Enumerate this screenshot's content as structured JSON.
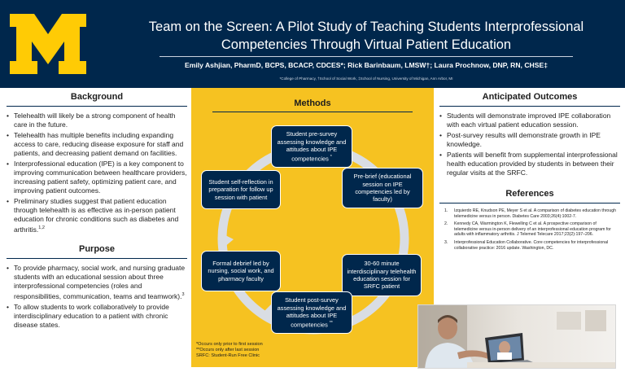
{
  "header": {
    "title_line1": "Team on the Screen: A Pilot Study of Teaching Students Interprofessional",
    "title_line2": "Competencies Through Virtual Patient Education",
    "authors": "Emily Ashjian, PharmD, BCPS, BCACP, CDCES*; Rick Barinbaum, LMSW†; Laura Prochnow, DNP, RN, CHSE‡",
    "affiliations": "*College of Pharmacy, †School of Social Work, ‡School of Nursing, University of Michigan, Ann Arbor, MI"
  },
  "colors": {
    "navy": "#00274c",
    "maize": "#f6c221"
  },
  "background": {
    "heading": "Background",
    "items": [
      "Telehealth will likely be a strong component of health care in the future.",
      "Telehealth has multiple benefits including expanding access to care, reducing disease exposure for staff and patients, and decreasing patient demand on facilities.",
      "Interprofessional education (IPE) is a key component to improving communication between healthcare providers, increasing patient safety, optimizing patient care, and improving patient outcomes.",
      "Preliminary studies suggest that patient education through telehealth is as effective as in-person patient education for chronic conditions such as diabetes and arthritis."
    ],
    "item4_sup": "1,2"
  },
  "purpose": {
    "heading": "Purpose",
    "items": [
      "To provide pharmacy, social work, and nursing graduate students with an educational session about three interprofessional competencies (roles and responsibilities, communication, teams and teamwork).",
      "To allow students to work collaboratively to provide interdisciplinary education to a patient with chronic disease states."
    ],
    "item1_sup": "3"
  },
  "methods": {
    "heading": "Methods",
    "steps": [
      {
        "text": "Student pre-survey assessing knowledge and attitudes about IPE competencies",
        "mark": "*"
      },
      {
        "text": "Pre-brief (educational session on IPE competencies led by faculty)",
        "mark": ""
      },
      {
        "text": "30-60 minute interdisciplinary telehealth education session for SRFC patient",
        "mark": ""
      },
      {
        "text": "Student post-survey assessing knowledge and attitudes about IPE competencies",
        "mark": "**"
      },
      {
        "text": "Formal debrief led by nursing, social work, and pharmacy faculty",
        "mark": ""
      },
      {
        "text": "Student self-reflection in preparation for follow up session with patient",
        "mark": ""
      }
    ],
    "notes": [
      "*Occurs only prior to first session",
      "**Occurs only after last session",
      "SRFC: Student-Run Free Clinic"
    ]
  },
  "outcomes": {
    "heading": "Anticipated Outcomes",
    "items": [
      "Students will demonstrate improved IPE collaboration with each virtual patient education session.",
      "Post-survey results will demonstrate growth in IPE knowledge.",
      "Patients will benefit from supplemental interprofessional health education provided by students in between their regular visits at the SRFC."
    ]
  },
  "references": {
    "heading": "References",
    "items": [
      "Izquierdo RE, Knudson PE, Meyer S et al. A comparison of diabetes education through telemedicine versus in person. Diabetes Care 2003;26(4):1002-7.",
      "Kennedy CA, Warmington K, Flewelling C et al. A prospective comparison of telemedicine versus in-person delivery of an interprofessional education program for adults with inflammatory arthritis. J Telemed Telecare 2017;23(2):197–206.",
      "Interprofessional Education Collaborative. Core competencies for interprofessional collaborative practice: 2016 update. Washington, DC."
    ]
  }
}
